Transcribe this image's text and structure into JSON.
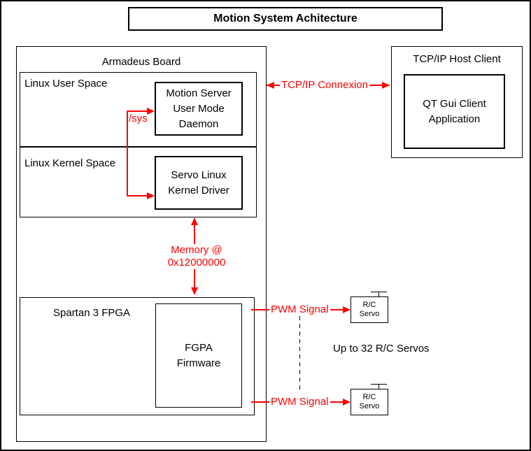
{
  "colors": {
    "accent": "#ff0000",
    "line": "#000000",
    "background": "#ffffff"
  },
  "title": "Motion System Achitecture",
  "armadeus": {
    "label": "Armadeus Board",
    "user_space": {
      "label": "Linux User Space",
      "daemon_lines": [
        "Motion Server",
        "User Mode",
        "Daemon"
      ]
    },
    "kernel_space": {
      "label": "Linux Kernel Space",
      "driver_lines": [
        "Servo Linux",
        "Kernel Driver"
      ]
    },
    "fpga": {
      "label": "Spartan 3 FPGA",
      "firmware_lines": [
        "FGPA",
        "Firmware"
      ]
    }
  },
  "host_client": {
    "label": "TCP/IP Host Client",
    "app_lines": [
      "QT Gui Client",
      "Application"
    ]
  },
  "connectors": {
    "sys_label": "/sys",
    "tcpip_label": "TCP/IP Connexion",
    "memory_lines": [
      "Memory @",
      "0x12000000"
    ],
    "pwm1_label": "PWM Signal",
    "pwm2_label": "PWM Signal"
  },
  "servos": {
    "servo1_lines": [
      "R/C",
      "Servo"
    ],
    "servo2_lines": [
      "R/C",
      "Servo"
    ],
    "note": "Up to 32 R/C Servos"
  }
}
